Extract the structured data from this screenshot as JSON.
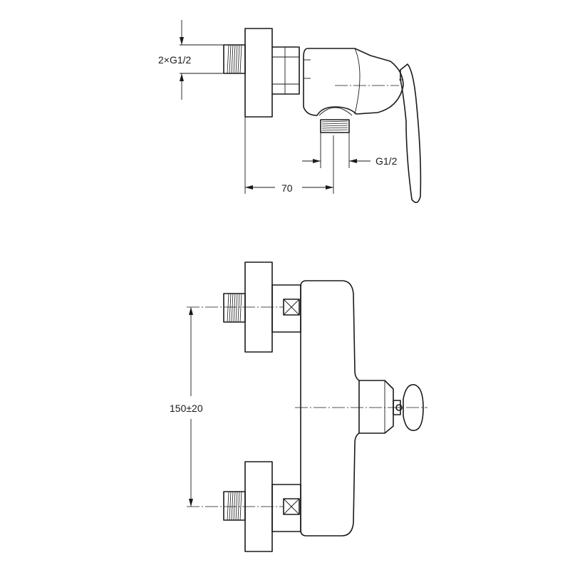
{
  "diagram": {
    "side_view": {
      "inlet_thread_label": "2×G1/2",
      "outlet_thread_label": "G1/2",
      "projection_label": "70"
    },
    "front_view": {
      "inlet_spacing_label": "150±20"
    },
    "colors": {
      "line": "#1a1a1a",
      "background": "#ffffff"
    }
  }
}
